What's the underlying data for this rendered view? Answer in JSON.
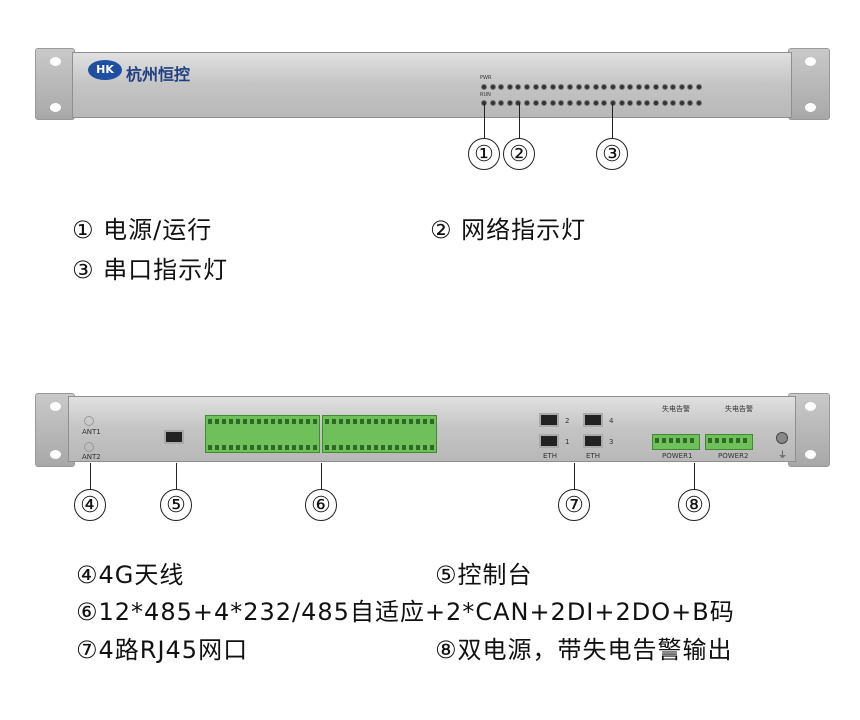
{
  "front_panel": {
    "brand": "杭州恒控",
    "brand_color": "#1f4fa0",
    "led_row_labels": [
      "PWR",
      "RUN"
    ],
    "callouts": [
      "①",
      "②",
      "③"
    ]
  },
  "front_legend": [
    {
      "num": "①",
      "text": "电源/运行"
    },
    {
      "num": "②",
      "text": "网络指示灯"
    },
    {
      "num": "③",
      "text": "串口指示灯"
    }
  ],
  "rear_panel": {
    "ant1": "ANT1",
    "ant2": "ANT2",
    "eth_label": "ETH",
    "eth_ports": [
      "2",
      "1",
      "4",
      "3"
    ],
    "power1": "POWER1",
    "power2": "POWER2",
    "alarm_label": "失电告警",
    "ground_symbol": "⏚",
    "callouts": [
      "④",
      "⑤",
      "⑥",
      "⑦",
      "⑧"
    ]
  },
  "rear_legend": [
    {
      "num": "④",
      "text": "4G天线"
    },
    {
      "num": "⑤",
      "text": "控制台"
    },
    {
      "num": "⑥",
      "text": "12*485+4*232/485自适应+2*CAN+2DI+2DO+B码"
    },
    {
      "num": "⑦",
      "text": "4路RJ45网口"
    },
    {
      "num": "⑧",
      "text": "双电源，带失电告警输出"
    }
  ]
}
